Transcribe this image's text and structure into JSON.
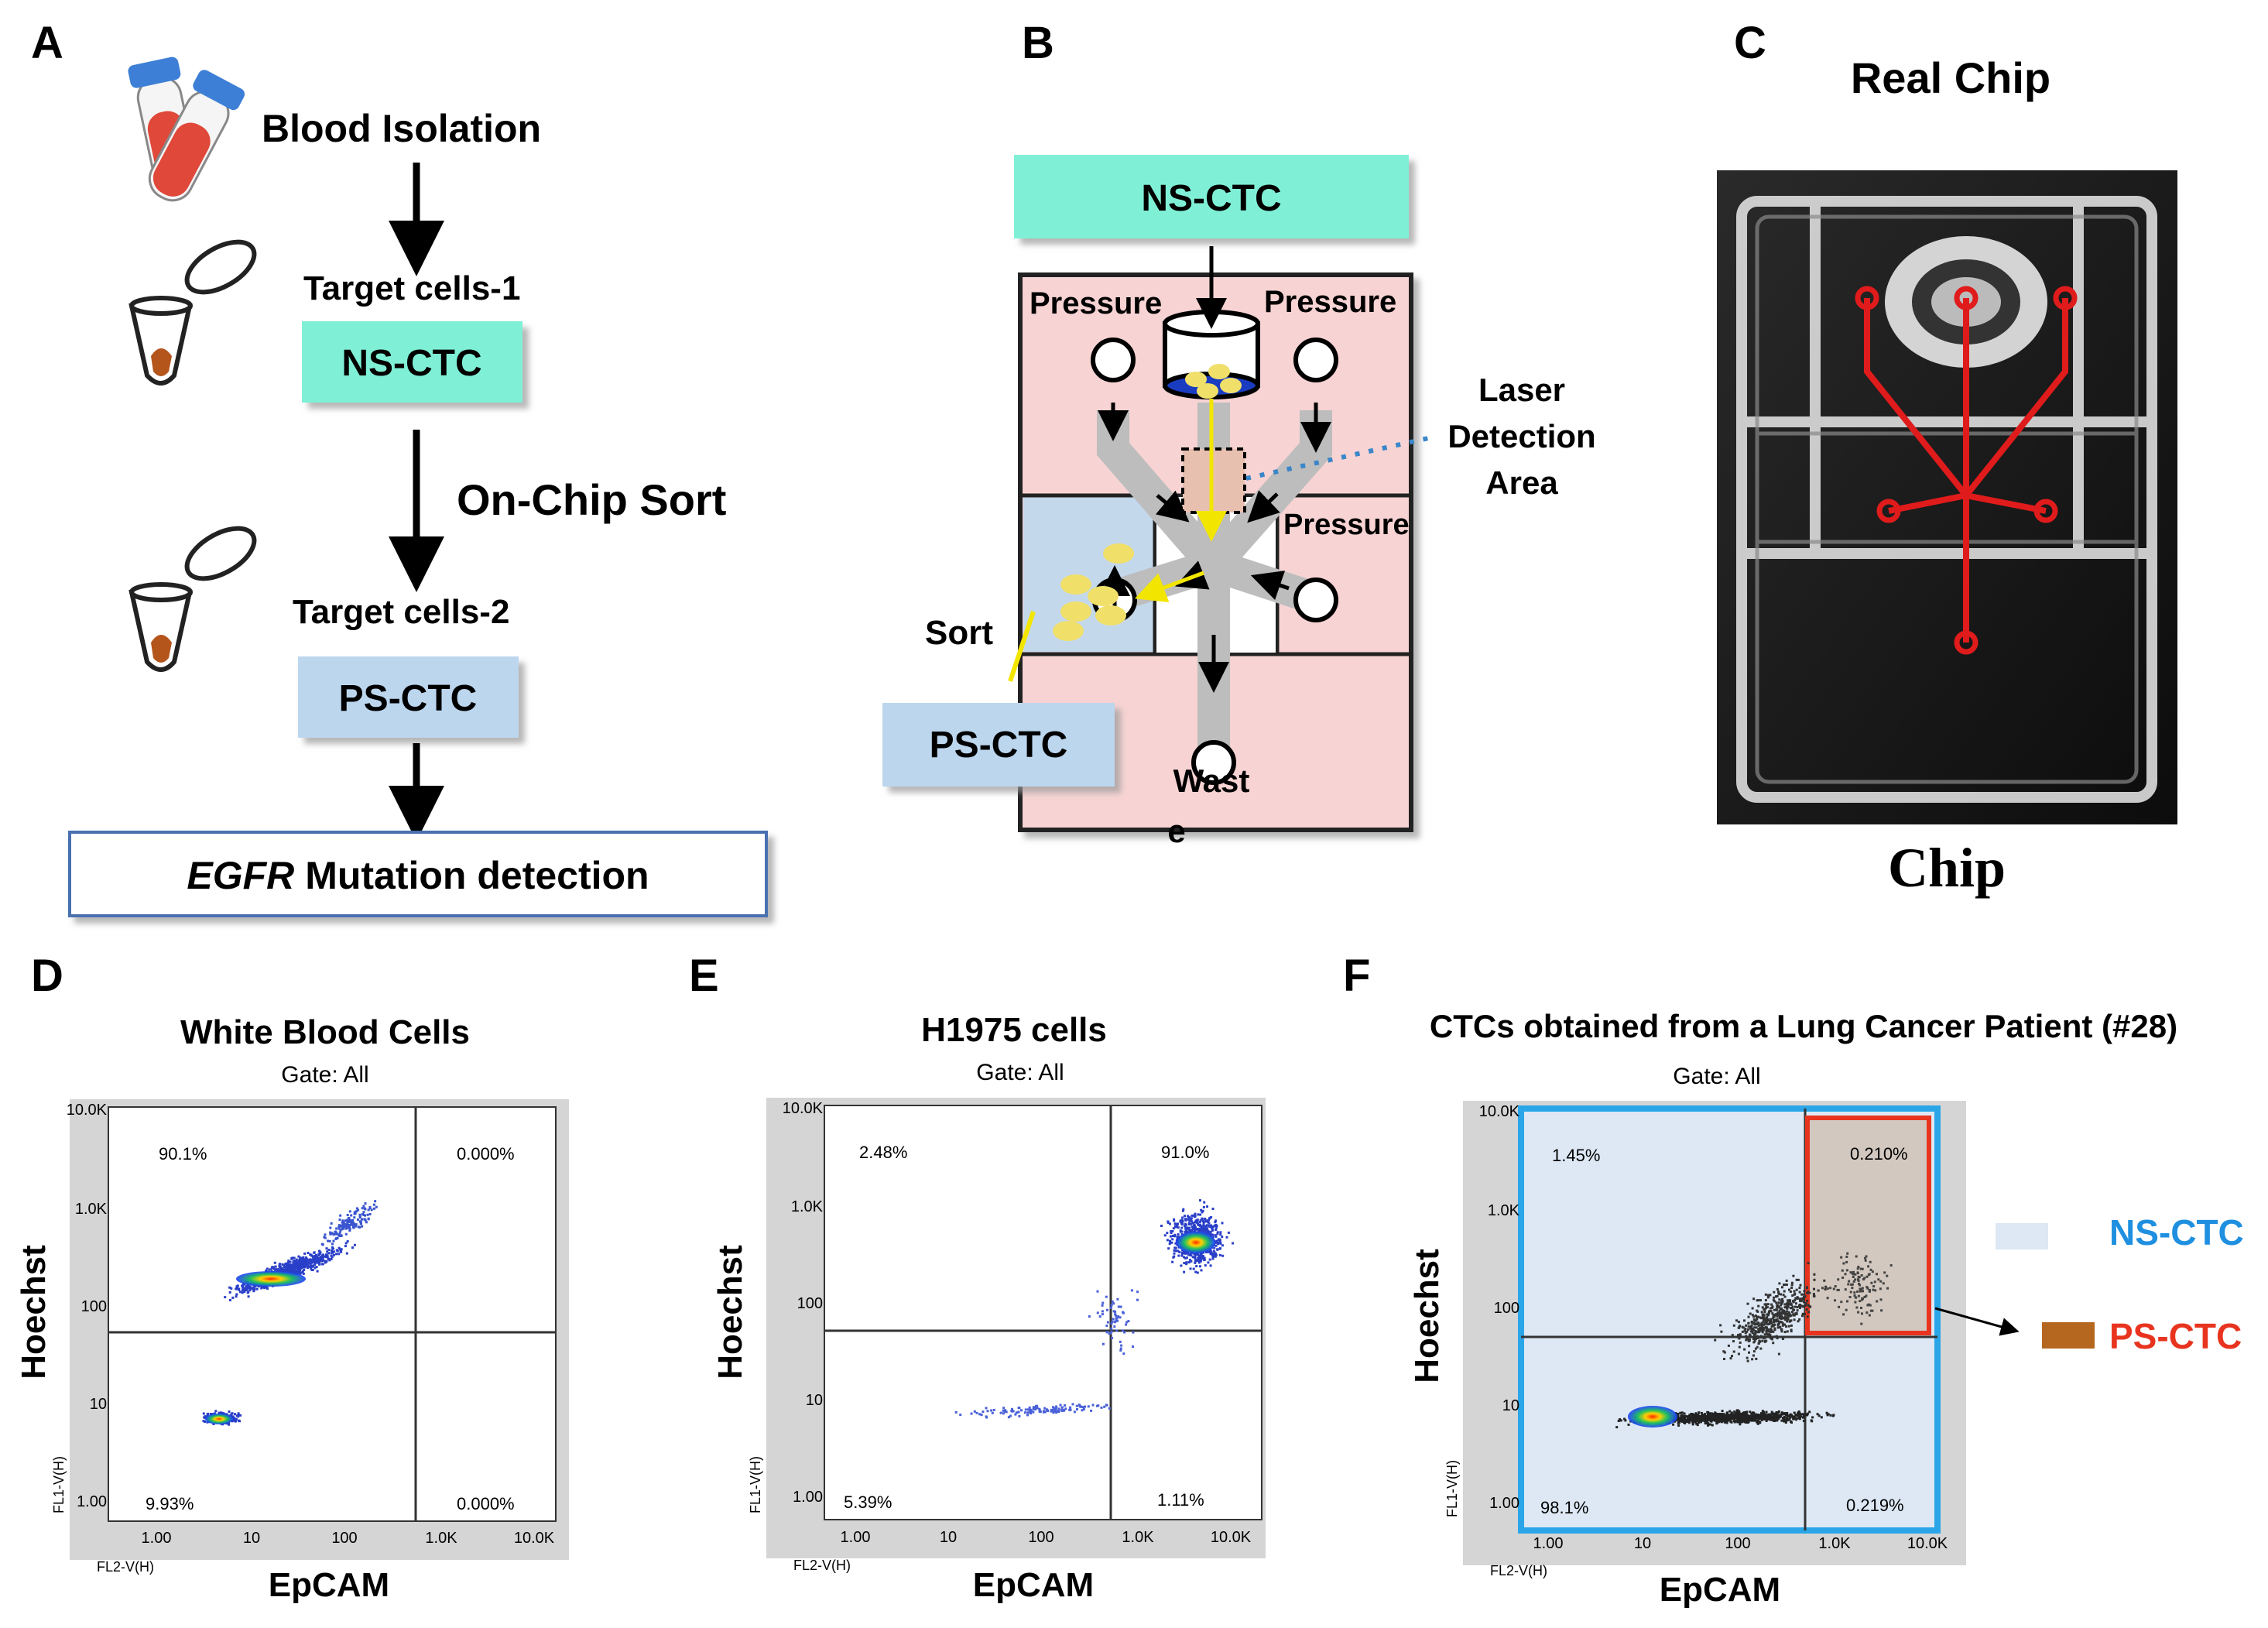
{
  "panel_letters": {
    "a": "A",
    "b": "B",
    "c": "C",
    "d": "D",
    "e": "E",
    "f": "F"
  },
  "panel_a": {
    "blood_isolation": "Blood Isolation",
    "target_cells_1": "Target cells-1",
    "ns_ctc": "NS-CTC",
    "on_chip_sort": "On-Chip Sort",
    "target_cells_2": "Target cells-2",
    "ps_ctc": "PS-CTC",
    "egfr": "EGFR",
    "mutation_detection": " Mutation detection",
    "colors": {
      "ns_box": "#7ff0d6",
      "ps_box": "#bcd6ee",
      "egfr_border": "#4a6fb0"
    }
  },
  "panel_b": {
    "ns_ctc": "NS-CTC",
    "pressure_left": "Pressure",
    "pressure_right": "Pressure",
    "pressure_mid": "Pressure",
    "laser_1": "Laser",
    "laser_2": "Detection",
    "laser_3": "Area",
    "sort": "Sort",
    "ps_ctc": "PS-CTC",
    "waste_1": "Wast",
    "waste_2": "e",
    "colors": {
      "chamber": "#f7d3d3",
      "sort_chamber": "#c4d8ec",
      "channel": "#bdbdbd",
      "cells": "#f0e06a",
      "arrow_yellow": "#f2e600",
      "laser": "#3a86c8"
    }
  },
  "panel_c": {
    "title": "Real Chip",
    "caption": "Chip",
    "colors": {
      "traces": "#e01b1b"
    }
  },
  "panel_d": {
    "title": "White Blood Cells",
    "gate": "Gate: All",
    "ylabel": "Hoechst",
    "xlabel": "EpCAM",
    "y_channel": "FL1-V(H)",
    "x_channel": "FL2-V(H)",
    "ul": "90.1%",
    "ur": "0.000%",
    "ll": "9.93%",
    "lr": "0.000%"
  },
  "panel_e": {
    "title": "H1975 cells",
    "gate": "Gate: All",
    "ylabel": "Hoechst",
    "xlabel": "EpCAM",
    "y_channel": "FL1-V(H)",
    "x_channel": "FL2-V(H)",
    "ul": "2.48%",
    "ur": "91.0%",
    "ll": "5.39%",
    "lr": "1.11%"
  },
  "panel_f": {
    "title": "CTCs obtained from a Lung Cancer Patient (#28)",
    "gate": "Gate: All",
    "ylabel": "Hoechst",
    "xlabel": "EpCAM",
    "y_channel": "FL1-V(H)",
    "x_channel": "FL2-V(H)",
    "ul": "1.45%",
    "ur": "0.210%",
    "ll": "98.1%",
    "lr": "0.219%",
    "legend_ns": "NS-CTC",
    "legend_ps": "PS-CTC",
    "colors": {
      "ns_fill": "#dde8f4",
      "ns_border": "#2aa6e8",
      "ps_fill": "#b5661f",
      "ps_border": "#e8341f",
      "ns_text": "#1f8fe0",
      "ps_text": "#e8341f"
    }
  },
  "axis_ticks": {
    "x": [
      "1.00",
      "10",
      "100",
      "1.0K",
      "10.0K"
    ],
    "y": [
      "1.00",
      "10",
      "100",
      "1.0K",
      "10.0K"
    ]
  }
}
